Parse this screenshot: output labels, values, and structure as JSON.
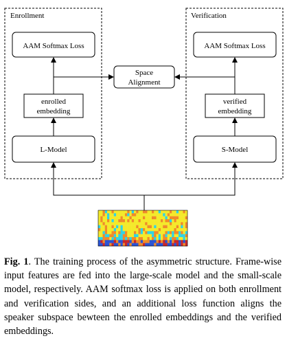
{
  "diagram": {
    "enrollment": {
      "group_label": "Enrollment",
      "loss_label": "AAM Softmax Loss",
      "embedding_label_line1": "enrolled",
      "embedding_label_line2": "embedding",
      "model_label": "L-Model"
    },
    "verification": {
      "group_label": "Verification",
      "loss_label": "AAM Softmax Loss",
      "embedding_label_line1": "verified",
      "embedding_label_line2": "embedding",
      "model_label": "S-Model"
    },
    "alignment": {
      "label_line1": "Space",
      "label_line2": "Alignment"
    },
    "colors": {
      "stroke": "#000000",
      "spectrogram_yellow": "#f4e92a",
      "spectrogram_orange": "#f08a2a",
      "spectrogram_cyan": "#2fd3e6",
      "spectrogram_blue": "#2a52d4",
      "spectrogram_red": "#c8262a"
    }
  },
  "caption": {
    "label": "Fig. 1",
    "text": ".  The training process of the asymmetric structure. Frame-wise input features are fed into the large-scale model and the small-scale model, respectively. AAM softmax loss is applied on both enrollment and verification sides, and an additional loss function aligns the speaker subspace bewteen the enrolled embeddings and the verified embeddings."
  }
}
